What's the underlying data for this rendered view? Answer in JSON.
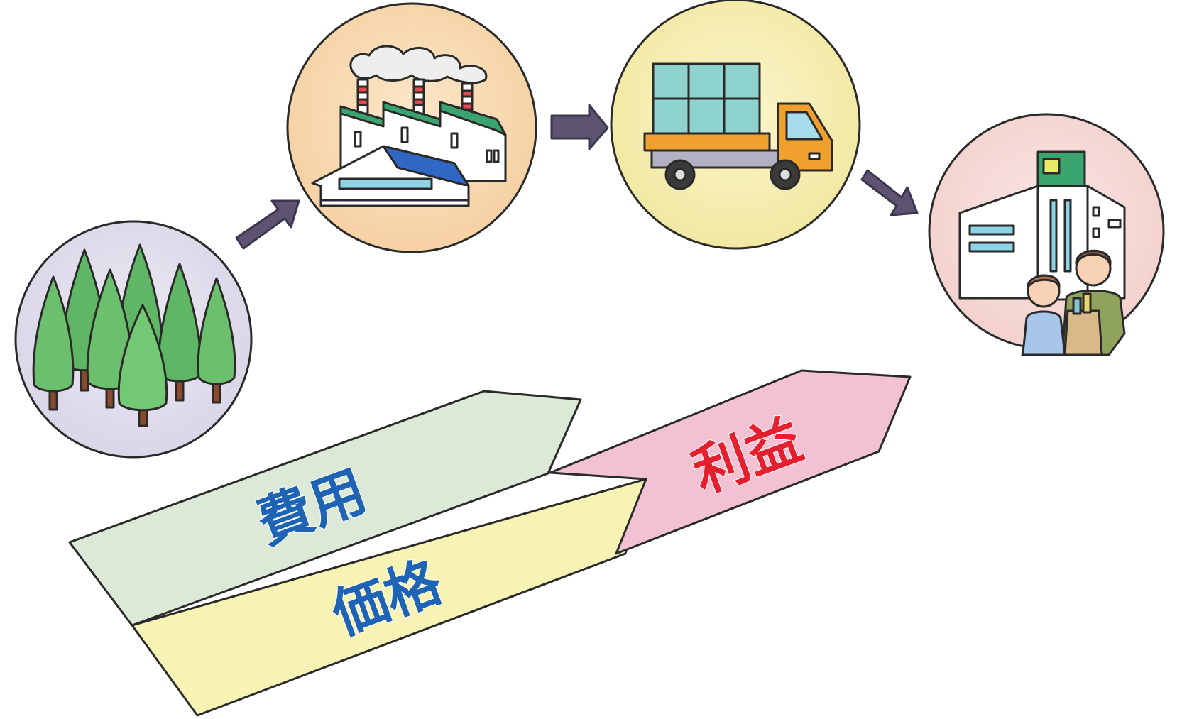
{
  "labels": {
    "cost": "費用",
    "price": "価格",
    "profit": "利益"
  },
  "stages": [
    {
      "name": "forest",
      "icon": "forest-icon"
    },
    {
      "name": "factory",
      "icon": "factory-icon"
    },
    {
      "name": "truck",
      "icon": "truck-icon"
    },
    {
      "name": "store",
      "icon": "store-icon"
    }
  ],
  "colors": {
    "cost_text": "#1f63b5",
    "price_text": "#1f63b5",
    "profit_text": "#e4202e",
    "cost_band": "#dbe9d6",
    "price_band": "#f6f3b4",
    "profit_band": "#f2c2d4",
    "flow_arrow": "#5c5470"
  }
}
